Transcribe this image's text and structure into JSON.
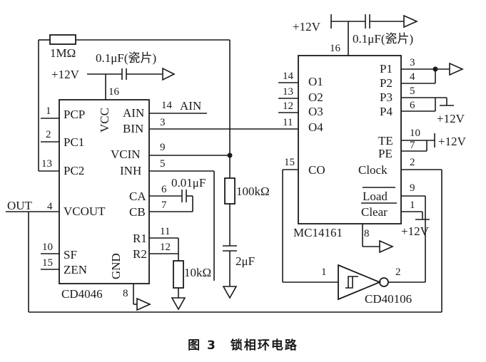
{
  "caption": "图 3　锁相环电路",
  "cd4046": {
    "name": "CD4046",
    "vcc": "VCC",
    "gnd": "GND",
    "pins": {
      "pcp": "PCP",
      "pc1": "PC1",
      "pc2": "PC2",
      "vcout": "VCOUT",
      "sf": "SF",
      "zen": "ZEN",
      "ain": "AIN",
      "bin": "BIN",
      "vcin": "VCIN",
      "inh": "INH",
      "ca": "CA",
      "cb": "CB",
      "r1": "R1",
      "r2": "R2"
    },
    "pin_numbers": {
      "pcp": "1",
      "pc1": "2",
      "pc2": "13",
      "vcout": "4",
      "sf": "10",
      "zen": "15",
      "vcc": "16",
      "gnd": "8",
      "ain": "14",
      "bin": "3",
      "vcin": "9",
      "inh": "5",
      "ca": "6",
      "cb": "7",
      "r1": "11",
      "r2": "12"
    },
    "ain_signal": "AIN",
    "out_label": "OUT"
  },
  "mc14161": {
    "name": "MC14161",
    "pins": {
      "o1": "O1",
      "o2": "O2",
      "o3": "O3",
      "o4": "O4",
      "co": "CO",
      "p1": "P1",
      "p2": "P2",
      "p3": "P3",
      "p4": "P4",
      "te": "TE",
      "pe": "PE",
      "clock": "Clock",
      "load": "Load",
      "clear": "Clear"
    },
    "pin_numbers": {
      "vdd": "16",
      "o1": "14",
      "o2": "13",
      "o3": "12",
      "o4": "11",
      "co": "15",
      "p1": "3",
      "p2": "4",
      "p3": "5",
      "p4": "6",
      "te": "10",
      "pe": "7",
      "clock": "2",
      "load": "9",
      "clear": "1",
      "gnd": "8"
    }
  },
  "cd40106": {
    "name": "CD40106",
    "pin_in": "1",
    "pin_out": "2"
  },
  "components": {
    "r_feedback": "1MΩ",
    "c_decouple_left": "0.1μF(瓷片)",
    "c_decouple_right": "0.1μF(瓷片)",
    "r_filter": "100kΩ",
    "c_filter": "2μF",
    "c_timing": "0.01μF",
    "r_timing": "10kΩ"
  },
  "supply": {
    "left": "+12V",
    "top_right": "+12V",
    "p_pins": "+12V",
    "te_pe": "+12V",
    "clear": "+12V"
  }
}
